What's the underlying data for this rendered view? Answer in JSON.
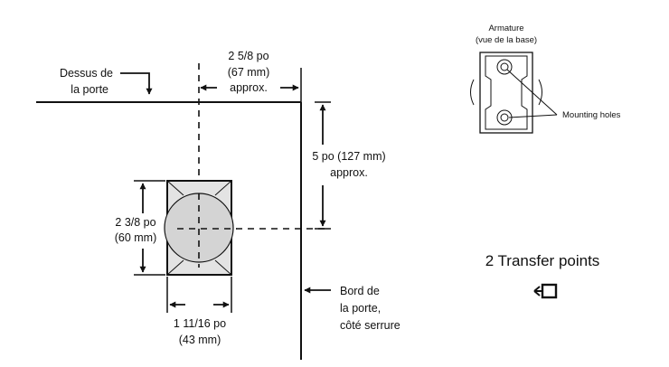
{
  "door_top_label": [
    "Dessus de",
    "la porte"
  ],
  "horizontal_offset_label": [
    "2 5/8 po",
    "(67 mm)",
    "approx."
  ],
  "vertical_offset_label": [
    "5 po (127 mm)",
    "approx."
  ],
  "height_label": [
    "2 3/8 po",
    "(60 mm)"
  ],
  "width_label": [
    "1 11/16 po",
    "(43 mm)"
  ],
  "door_edge_label": [
    "Bord de",
    "la porte,",
    "côté serrure"
  ],
  "armature_title": [
    "Armature",
    "(vue de la base)"
  ],
  "mounting_holes_label": "Mounting holes",
  "transfer_points_label": "2 Transfer points",
  "colors": {
    "line": "#111111",
    "fill": "#e0e0e0",
    "background": "#ffffff"
  },
  "icons": {
    "transfer": "transfer-point-icon"
  }
}
